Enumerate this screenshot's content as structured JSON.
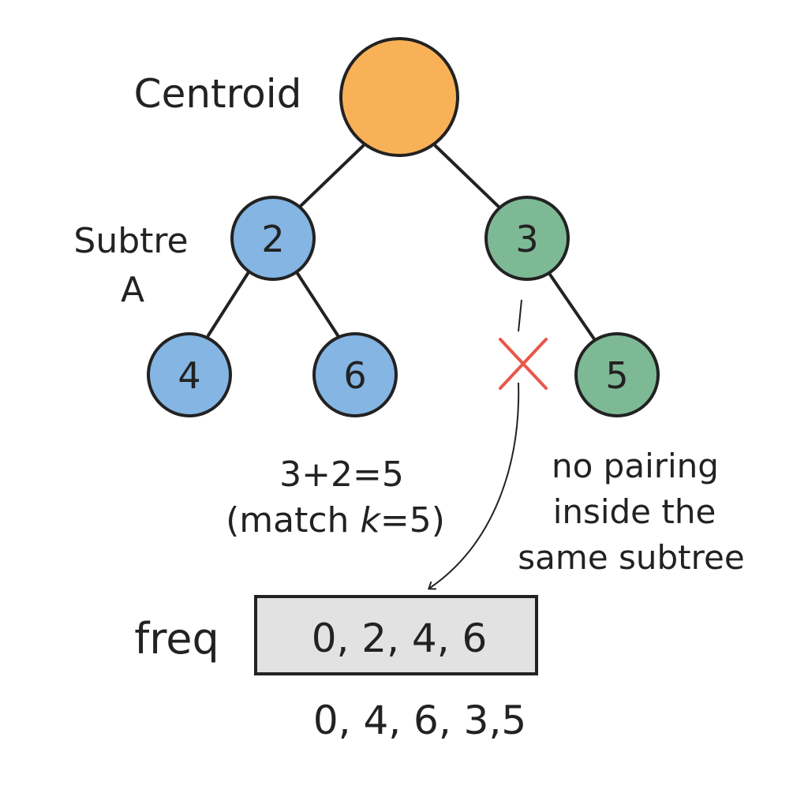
{
  "labels": {
    "centroid": "Centroid",
    "subtree_line1": "Subtre",
    "subtree_line2": "A",
    "sum_line1": "3+2=5",
    "sum_line2_prefix": "(match ",
    "sum_line2_var": "k",
    "sum_line2_suffix": "=5)",
    "note_line1": "no pairing",
    "note_line2": "inside the",
    "note_line3": "same subtree",
    "freq_label": "freq",
    "freq_values": "0, 2, 4, 6",
    "after_values": "0, 4, 6, 3,5"
  },
  "nodes": {
    "n2": "2",
    "n3": "3",
    "n4": "4",
    "n6": "6",
    "n5": "5"
  },
  "colors": {
    "centroid_fill": "#f9b158",
    "subtree_a_fill": "#84b5e3",
    "subtree_b_fill": "#7eb996",
    "outline": "#222222",
    "freq_box_fill": "#e2e2e2",
    "cross": "#e8574a"
  }
}
